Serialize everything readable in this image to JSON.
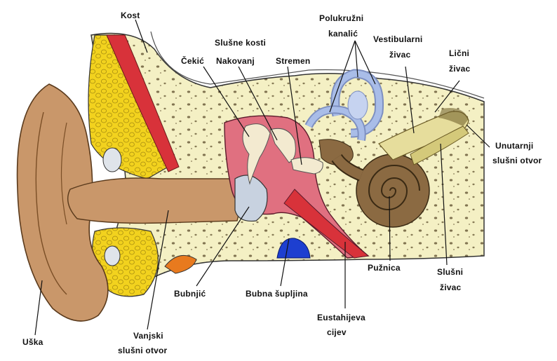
{
  "labels": {
    "kost": "Kost",
    "polukruzni_1": "Polukružni",
    "polukruzni_2": "kanalić",
    "slusne_kosti": "Slušne kosti",
    "cekic": "Čekić",
    "nakovanj": "Nakovanj",
    "stremen": "Stremen",
    "vestibularni_1": "Vestibularni",
    "vestibularni_2": "živac",
    "licni_1": "Lični",
    "licni_2": "živac",
    "unutarnji_1": "Unutarnji",
    "unutarnji_2": "slušni otvor",
    "puznica": "Pužnica",
    "slusni_1": "Slušni",
    "slusni_2": "živac",
    "bubnjic": "Bubnjić",
    "bubna_supljina": "Bubna šupljina",
    "eustahijeva_1": "Eustahijeva",
    "eustahijeva_2": "cijev",
    "uska": "Uška",
    "vanjski_1": "Vanjski",
    "vanjski_2": "slušni otvor"
  },
  "colors": {
    "bone": "#f4f0c4",
    "bone_spots": "#5a4a2a",
    "skin": "#c9976a",
    "skin_dark": "#8a5e36",
    "fat": "#f2d21e",
    "muscle": "#d8323a",
    "middle_ear": "#e07080",
    "canals": "#a9bde8",
    "nerve": "#e6dd9c",
    "cochlea": "#8b6a42",
    "tube_blue": "#1d3fd0",
    "orange": "#e87a1e",
    "ossicles": "#f3ead0"
  }
}
